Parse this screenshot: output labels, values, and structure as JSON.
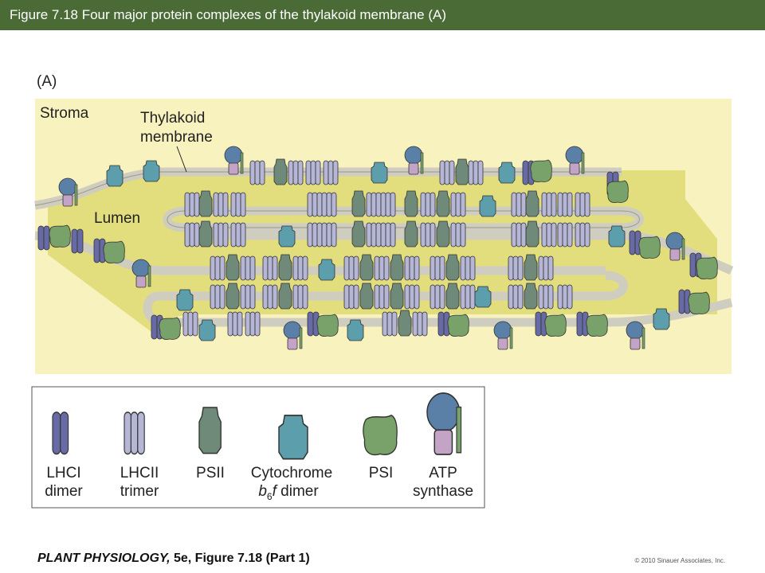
{
  "header": {
    "title": "Figure 7.18  Four major protein complexes of the thylakoid membrane (A)"
  },
  "figure": {
    "panel_label": "(A)",
    "labels": {
      "stroma": "Stroma",
      "thylakoid_line1": "Thylakoid",
      "thylakoid_line2": "membrane",
      "lumen": "Lumen"
    }
  },
  "legend": {
    "items": [
      {
        "line1": "LHCI",
        "line2": "dimer"
      },
      {
        "line1": "LHCII",
        "line2": "trimer"
      },
      {
        "line1": "PSII",
        "line2": ""
      },
      {
        "line1": "Cytochrome",
        "line2_main": "b",
        "line2_sub": "6",
        "line2_italic_tail": "f",
        "line2_rest": " dimer"
      },
      {
        "line1": "PSI",
        "line2": ""
      },
      {
        "line1": "ATP",
        "line2": "synthase"
      }
    ]
  },
  "footer": {
    "book": "PLANT PHYSIOLOGY,",
    "edition": " 5e, Figure 7.18 (Part 1)",
    "copyright": "© 2010 Sinauer Associates, Inc."
  },
  "colors": {
    "stroma_bg": "#f8f2bf",
    "lumen": "#e2de7e",
    "membrane": "#cfcdbf",
    "lhcii": "#b6b6d6",
    "lhci": "#676aa4",
    "psii": "#6f8a78",
    "cyt_b6f": "#5c9eab",
    "psi": "#79a26a",
    "atp_f1": "#5b80a8",
    "atp_f0": "#c3a4c6",
    "title_bar": "#4a6b36"
  }
}
